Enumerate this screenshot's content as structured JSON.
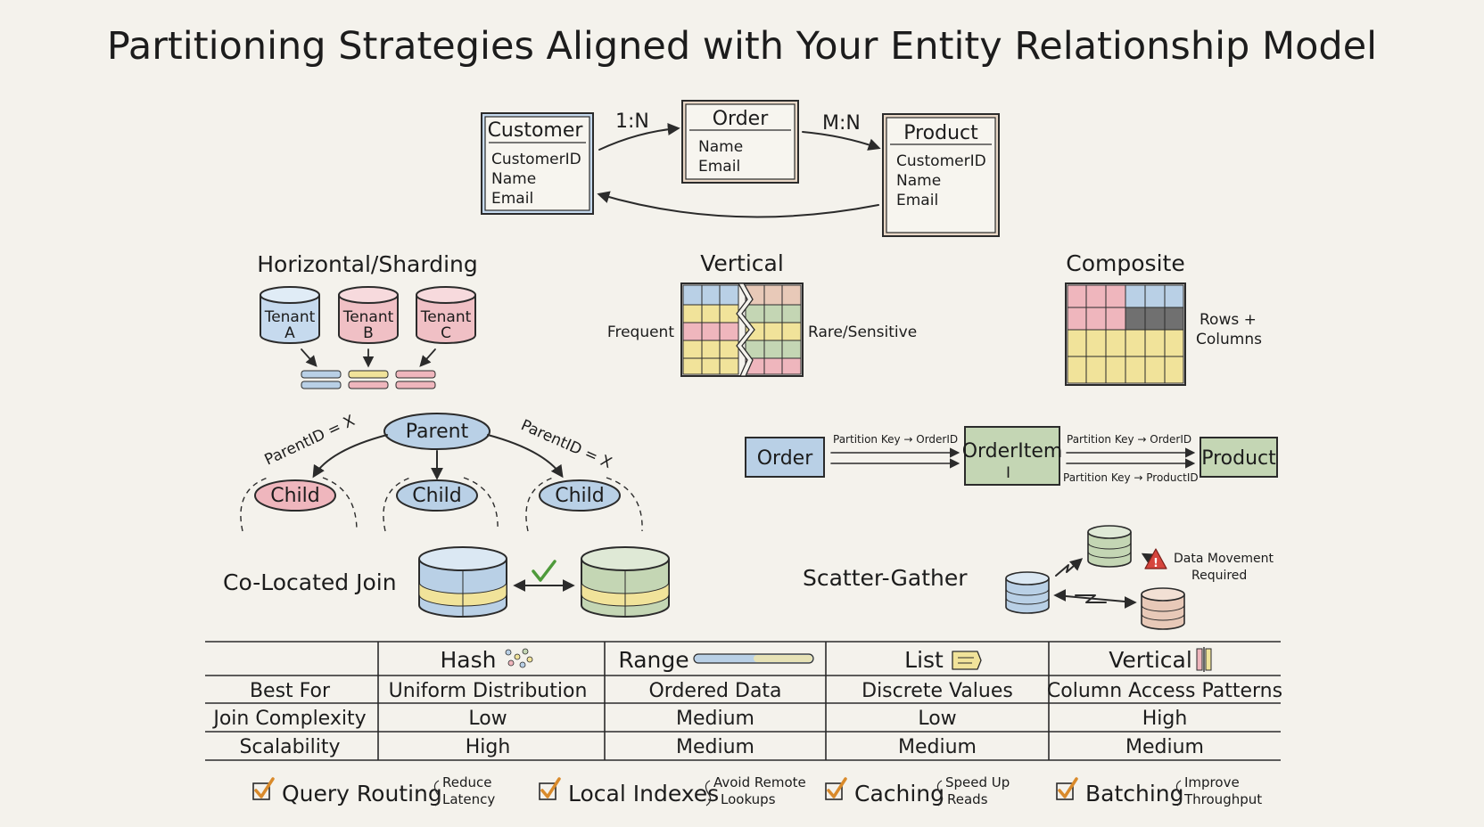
{
  "title": "Partitioning Strategies Aligned with Your Entity Relationship Model",
  "er_model": {
    "entities": [
      {
        "name": "Customer",
        "fields": [
          "CustomerID",
          "Name",
          "Email"
        ]
      },
      {
        "name": "Order",
        "fields": [
          "Name",
          "Email"
        ]
      },
      {
        "name": "Product",
        "fields": [
          "CustomerID",
          "Name",
          "Email"
        ]
      }
    ],
    "relations": [
      "1:N",
      "M:N"
    ]
  },
  "horizontal": {
    "title": "Horizontal/Sharding",
    "tenants": [
      {
        "line1": "Tenant",
        "line2": "A"
      },
      {
        "line1": "Tenant",
        "line2": "B"
      },
      {
        "line1": "Tenant",
        "line2": "C"
      }
    ]
  },
  "vertical": {
    "title": "Vertical",
    "left_label": "Frequent",
    "right_label": "Rare/Sensitive"
  },
  "composite": {
    "title": "Composite",
    "label_line1": "Rows +",
    "label_line2": "Columns"
  },
  "hierarchy": {
    "parent": "Parent",
    "children": [
      "Child",
      "Child",
      "Child"
    ],
    "left_edge_label": "ParentID = X",
    "right_edge_label": "ParentID = X"
  },
  "chain": {
    "nodes": [
      "Order",
      "OrderItem",
      "Product"
    ],
    "orderitem_sub": "I",
    "label_1": "Partition Key → OrderID",
    "label_2": "Partition Key → OrderID",
    "label_3": "Partition Key → ProductID"
  },
  "colocated": {
    "title": "Co-Located Join"
  },
  "scatter": {
    "title": "Scatter-Gather",
    "warning_line1": "Data Movement",
    "warning_line2": "Required"
  },
  "table": {
    "columns": [
      "Hash",
      "Range",
      "List",
      "Vertical"
    ],
    "rows": [
      {
        "label": "Best For",
        "cells": [
          "Uniform Distribution",
          "Ordered Data",
          "Discrete Values",
          "Column Access Patterns"
        ]
      },
      {
        "label": "Join Complexity",
        "cells": [
          "Low",
          "Medium",
          "Low",
          "High"
        ]
      },
      {
        "label": "Scalability",
        "cells": [
          "High",
          "Medium",
          "Medium",
          "Medium"
        ]
      }
    ]
  },
  "tips": [
    {
      "main": "Query Routing",
      "sub1": "Reduce",
      "sub2": "Latency"
    },
    {
      "main": "Local Indexes",
      "sub1": "Avoid Remote",
      "sub2": "Lookups"
    },
    {
      "main": "Caching",
      "sub1": "Speed Up",
      "sub2": "Reads"
    },
    {
      "main": "Batching",
      "sub1": "Improve",
      "sub2": "Throughput"
    }
  ],
  "colors": {
    "blue": "#b9d0e6",
    "pink": "#efb6bd",
    "yellow": "#f1e39a",
    "green": "#c4d6b4",
    "tan": "#e8d7c6",
    "ink": "#2b2b2b",
    "check": "#d98a2b",
    "warning": "#d6453d"
  }
}
